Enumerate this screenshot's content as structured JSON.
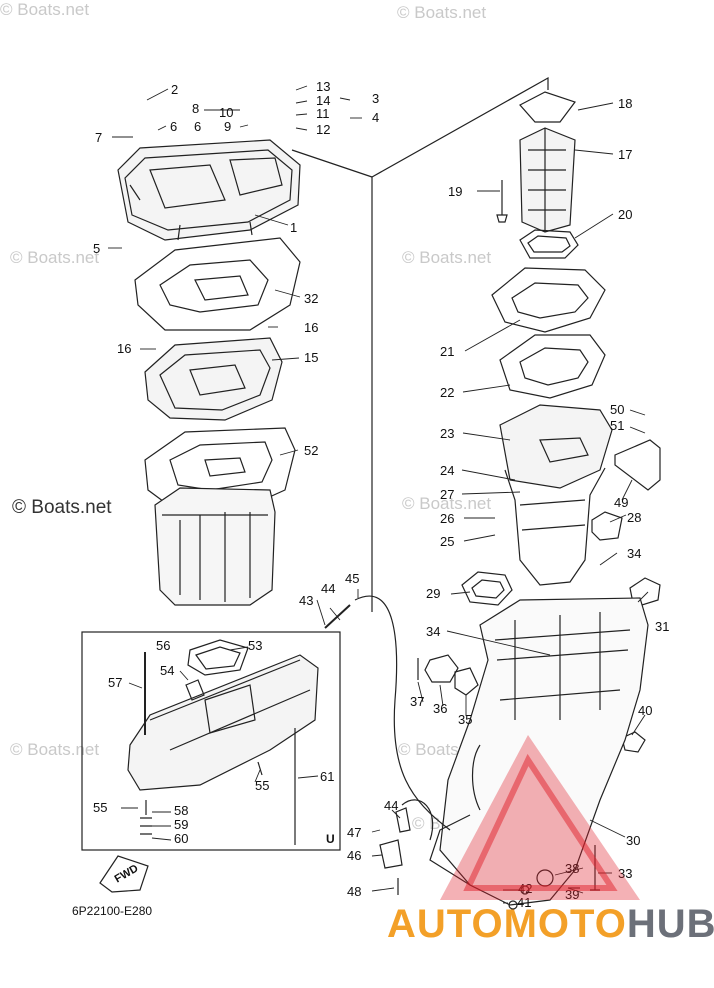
{
  "watermarks": [
    "© Boats.net",
    "© Boats.net",
    "© Boats.net",
    "© Boats.net",
    "© Boats.net",
    "© Boats.net",
    "© Boats.net",
    "© Boats.net"
  ],
  "watermark_main": "© Boats.net",
  "figure_code": "6P22100-E280",
  "fwd_label": "FWD",
  "inset_label": "U",
  "brand": {
    "part1": "AUTOMOTO",
    "part2": "HUB",
    "color1": "#f3a028",
    "color2": "#6c7079",
    "logo_color": "#e0202a"
  },
  "callouts": [
    "1",
    "2",
    "3",
    "4",
    "5",
    "6",
    "6",
    "7",
    "8",
    "9",
    "10",
    "11",
    "12",
    "13",
    "14",
    "15",
    "16",
    "16",
    "17",
    "18",
    "19",
    "20",
    "21",
    "22",
    "23",
    "24",
    "25",
    "26",
    "27",
    "28",
    "29",
    "30",
    "31",
    "32",
    "33",
    "34",
    "34",
    "35",
    "36",
    "37",
    "38",
    "39",
    "40",
    "41",
    "42",
    "43",
    "44",
    "44",
    "45",
    "46",
    "47",
    "48",
    "49",
    "50",
    "51",
    "52",
    "53",
    "54",
    "55",
    "55",
    "56",
    "57",
    "58",
    "59",
    "60",
    "61"
  ]
}
